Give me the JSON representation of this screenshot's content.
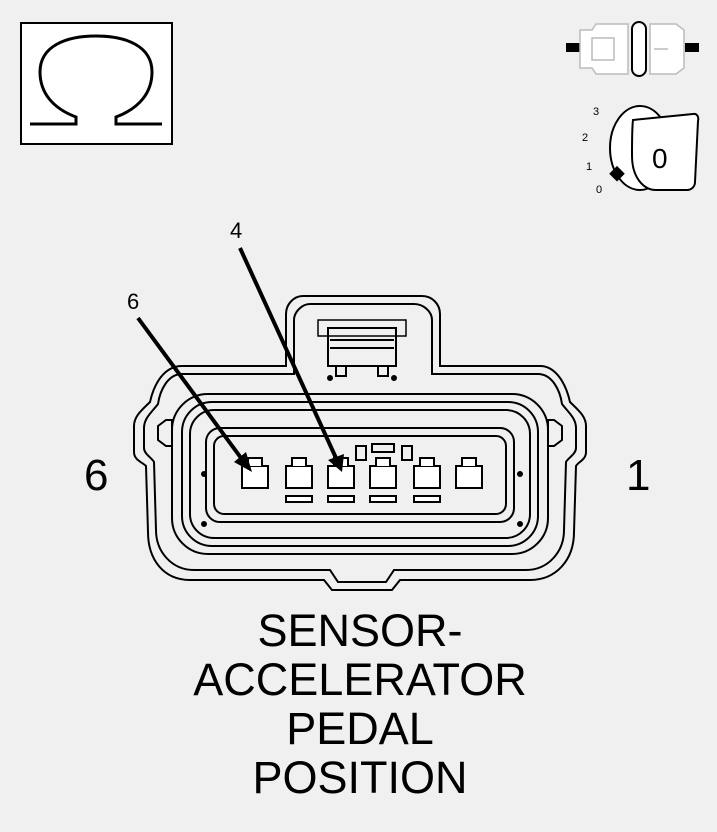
{
  "ohm_symbol": "Ω",
  "ignition_key": {
    "position_labels": [
      "3",
      "2",
      "1",
      "0"
    ],
    "key_text": "0"
  },
  "callouts": {
    "pin6": "6",
    "pin4": "4"
  },
  "side_labels": {
    "left": "6",
    "right": "1"
  },
  "caption_lines": [
    "SENSOR-",
    "ACCELERATOR",
    "PEDAL",
    "POSITION"
  ],
  "colors": {
    "background": "#f0f0f0",
    "line": "#000000",
    "fill": "#ffffff"
  }
}
